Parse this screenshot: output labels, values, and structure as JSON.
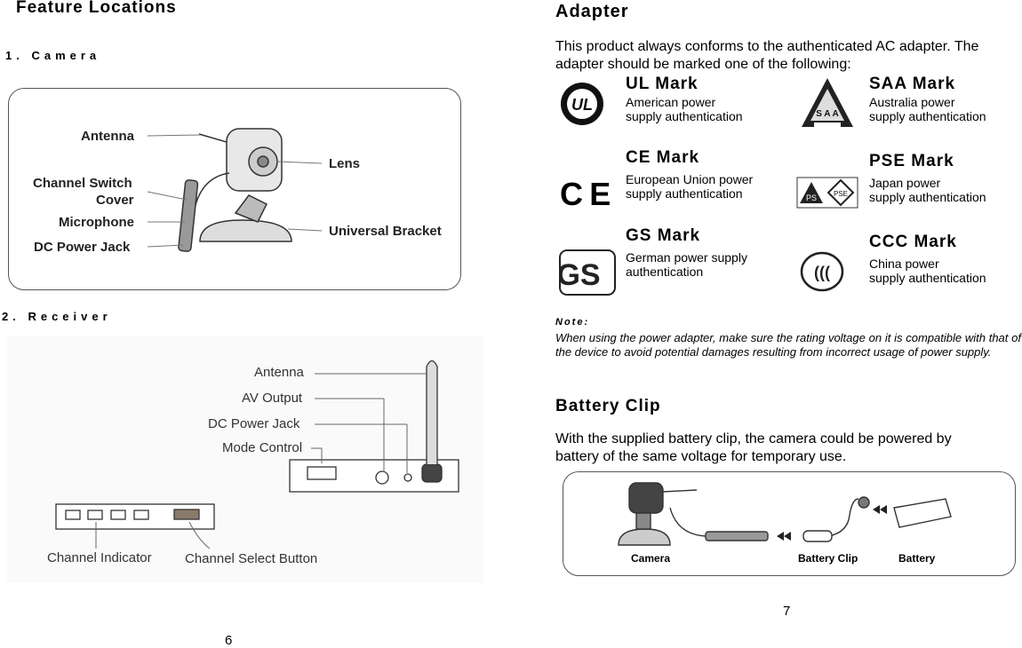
{
  "left_page": {
    "title": "Feature Locations",
    "section1": "1. Camera",
    "section2": "2. Receiver",
    "camera_labels": {
      "antenna": "Antenna",
      "channel_switch_line1": "Channel Switch",
      "channel_switch_line2": "Cover",
      "microphone": "Microphone",
      "dc_power": "DC Power Jack",
      "lens": "Lens",
      "bracket": "Universal Bracket"
    },
    "receiver_labels": {
      "antenna": "Antenna",
      "av_output": "AV Output",
      "dc_power": "DC Power Jack",
      "mode_control": "Mode Control",
      "channel_indicator": "Channel Indicator",
      "channel_select": "Channel Select Button"
    },
    "page_number": "6"
  },
  "right_page": {
    "adapter_title": "Adapter",
    "adapter_text": "This product always conforms to the authenticated AC adapter. The adapter should be marked one of the following:",
    "marks": [
      {
        "title": "UL Mark",
        "desc1": "American power",
        "desc2": "supply authentication"
      },
      {
        "title": "SAA Mark",
        "desc1": "Australia power",
        "desc2": "supply authentication"
      },
      {
        "title": "CE Mark",
        "desc1": "European Union power",
        "desc2": "supply authentication"
      },
      {
        "title": "PSE Mark",
        "desc1": "Japan power",
        "desc2": "supply authentication"
      },
      {
        "title": "GS Mark",
        "desc1": "German power supply",
        "desc2": "authentication"
      },
      {
        "title": "CCC Mark",
        "desc1": "China power",
        "desc2": "supply authentication"
      }
    ],
    "note_label": "Note:",
    "note_text": "When using the power adapter, make sure the rating voltage on it is compatible with that of the device to avoid potential damages resulting from incorrect usage of power supply.",
    "battery_title": "Battery Clip",
    "battery_text1": "With the supplied battery clip, the camera could be powered by",
    "battery_text2": "battery of the same voltage for temporary use.",
    "battery_labels": {
      "camera": "Camera",
      "clip": "Battery Clip",
      "battery": "Battery"
    },
    "page_number": "7"
  }
}
